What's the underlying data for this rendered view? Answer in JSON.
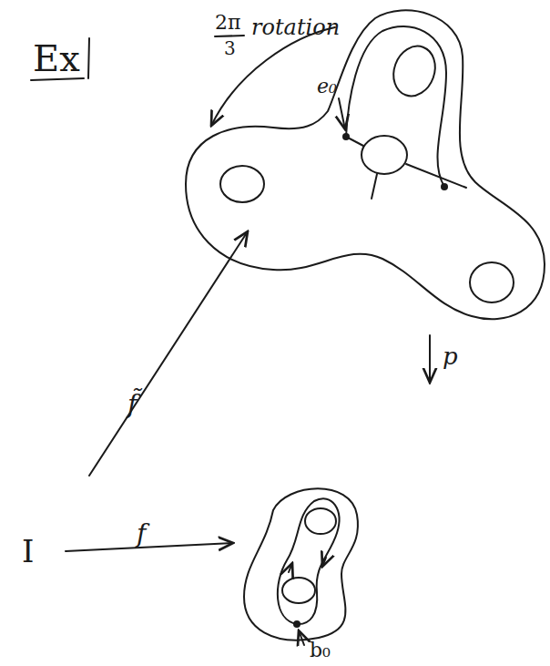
{
  "diagram": {
    "labels": [
      "Ex",
      "2π",
      "3",
      "rotation",
      "e₀",
      "f̃",
      "p",
      "I",
      "f",
      "b₀"
    ]
  }
}
